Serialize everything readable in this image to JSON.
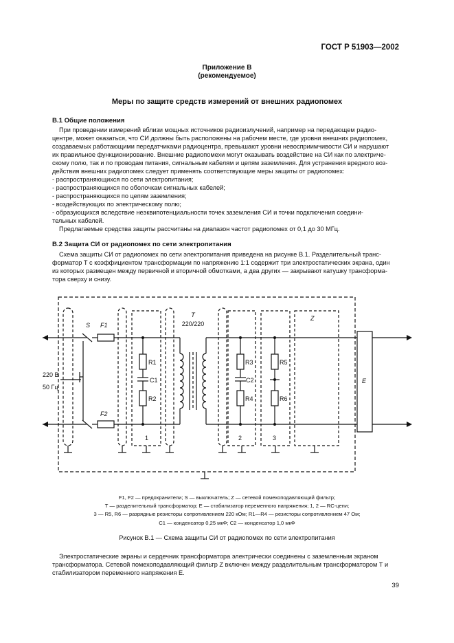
{
  "header": {
    "std": "ГОСТ Р 51903—2002"
  },
  "appendix": {
    "title": "Приложение В",
    "subtitle": "(рекомендуемое)"
  },
  "title": "Меры по защите средств измерений от внешних радиопомех",
  "section1": {
    "heading": "В.1 Общие положения",
    "lines": [
      "При проведении измерений вблизи мощных источников радиоизлучений, например на передающем радио-",
      "центре, может оказаться, что СИ должны быть расположены на рабочем месте, где уровни внешних радиопомех,",
      "создаваемых работающими передатчиками радиоцентра, превышают уровни невосприимчивости СИ и нарушают",
      "их правильное функционирование. Внешние радиопомехи могут оказывать воздействие на СИ как по электриче-",
      "скому полю, так и по проводам питания, сигнальным кабелям и цепям заземления. Для устранения вредного воз-",
      "действия внешних радиопомех следует применять соответствующие меры защиты от радиопомех:",
      "- распространяющихся по сети электропитания;",
      "- распространяющихся по оболочкам сигнальных кабелей;",
      "- распространяющихся по цепям заземления;",
      "- воздействующих по электрическому полю;",
      "- образующихся вследствие неэквипотенциальности точек заземления СИ и точки подключения соедини-",
      "тельных кабелей.",
      "Предлагаемые средства защиты рассчитаны на диапазон частот радиопомех от 0,1 до 30 МГц."
    ]
  },
  "section2": {
    "heading": "В.2 Защита СИ от радиопомех по сети электропитания",
    "lines": [
      "Схема защиты СИ от радиопомех по сети электропитания приведена на рисунке В.1. Разделительный транс-",
      "форматор Т с коэффициентом трансформации по напряжению 1:1 содержит три электростатических экрана, один",
      "из которых размещен между первичной и вторичной обмотками, а два других — закрывают катушку трансформа-",
      "тора сверху и снизу."
    ]
  },
  "diagram": {
    "labels": {
      "S": "S",
      "F1": "F1",
      "F2": "F2",
      "T": "T",
      "ratio": "220/220",
      "Z": "Z",
      "E": "E",
      "R1": "R1",
      "R2": "R2",
      "C1": "C1",
      "R3": "R3",
      "C2": "C2",
      "R4": "R4",
      "R5": "R5",
      "R6": "R6",
      "n1": "1",
      "n2": "2",
      "n3": "3",
      "v": "220 В",
      "hz": "50 Гц"
    }
  },
  "caption": {
    "lines": [
      "F1, F2 — предохранители; S — выключатель; Z — сетевой помехоподавляющий фильтр;",
      "Т — разделительный трансформатор; Е — стабилизатор переменного напряжения; 1, 2 — RC-цепи;",
      "3 — R5, R6 — разрядные резисторы сопротивлением 220 кОм; R1—R4 — резисторы сопротивлением 47 Ом;",
      "C1 — конденсатор 0,25 мкФ; C2 — конденсатор 1,0 мкФ"
    ]
  },
  "figure_title": "Рисунок В.1 — Схема защиты СИ от радиопомех по сети электропитания",
  "closing": {
    "lines": [
      "Электростатические экраны и сердечник трансформатора электрически соединены с заземленным экраном",
      "трансформатора. Сетевой помехоподавляющий фильтр Z включен между разделительным трансформатором Т и",
      "стабилизатором переменного напряжения Е."
    ]
  },
  "page_number": "39"
}
